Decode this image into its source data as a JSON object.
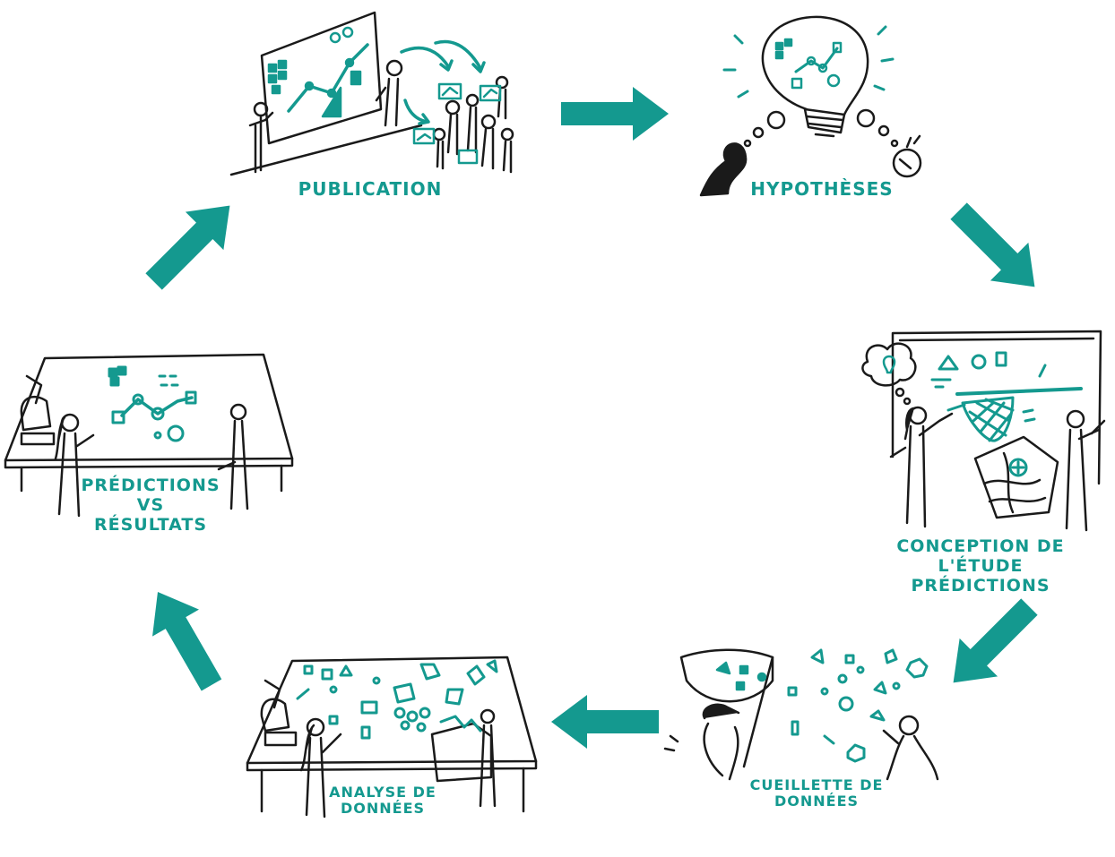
{
  "colors": {
    "teal": "#14998f",
    "ink": "#1a1a1a",
    "paper": "#ffffff"
  },
  "stages": {
    "publication": {
      "lines": [
        "PUBLICATION"
      ]
    },
    "hypotheses": {
      "lines": [
        "HYPOTHÈSES"
      ]
    },
    "conception": {
      "lines": [
        "CONCEPTION DE L'ÉTUDE",
        "PRÉDICTIONS"
      ]
    },
    "cueillette": {
      "lines": [
        "CUEILLETTE DE",
        "DONNÉES"
      ]
    },
    "analyse": {
      "lines": [
        "ANALYSE DE",
        "DONNÉES"
      ]
    },
    "predictions": {
      "lines": [
        "PRÉDICTIONS",
        "VS",
        "RÉSULTATS"
      ]
    }
  },
  "icons": {
    "publication": "presentation-audience-icon",
    "hypotheses": "lightbulb-thinking-icon",
    "conception": "whiteboard-planning-icon",
    "cueillette": "butterfly-net-collecting-icon",
    "analyse": "lab-table-sorting-icon",
    "predictions": "lab-table-comparison-icon"
  }
}
